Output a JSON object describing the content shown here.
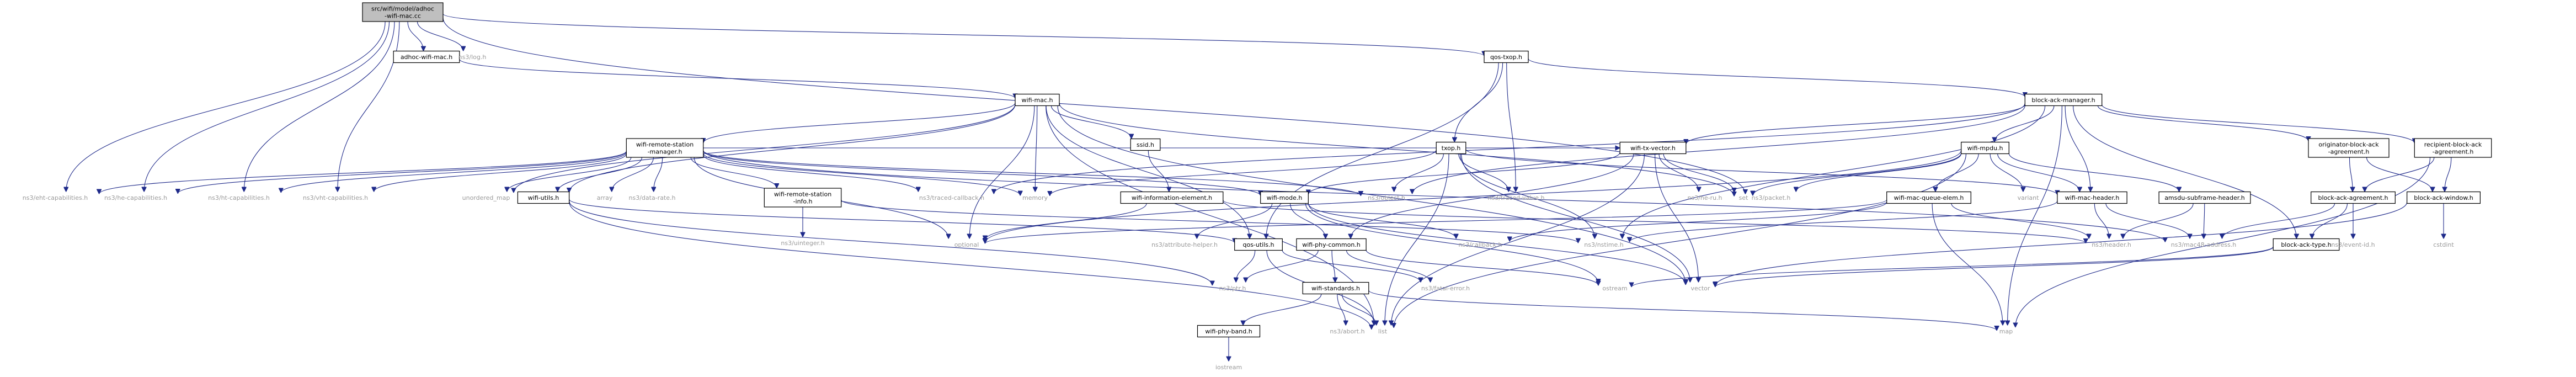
{
  "nodes": [
    {
      "id": "root",
      "lines": [
        "src/wifi/model/adhoc",
        "-wifi-mac.cc"
      ],
      "boxed": true,
      "root": true
    },
    {
      "id": "adhoc_mac",
      "lines": [
        "adhoc-wifi-mac.h"
      ],
      "boxed": true
    },
    {
      "id": "log",
      "lines": [
        "ns3/log.h"
      ],
      "boxed": false
    },
    {
      "id": "qos_txop",
      "lines": [
        "qos-txop.h"
      ],
      "boxed": true
    },
    {
      "id": "wifi_mac",
      "lines": [
        "wifi-mac.h"
      ],
      "boxed": true
    },
    {
      "id": "ack_mgr",
      "lines": [
        "block-ack-manager.h"
      ],
      "boxed": true
    },
    {
      "id": "eht_cap",
      "lines": [
        "ns3/eht-capabilities.h"
      ],
      "boxed": false
    },
    {
      "id": "he_cap",
      "lines": [
        "ns3/he-capabilities.h"
      ],
      "boxed": false
    },
    {
      "id": "ht_cap",
      "lines": [
        "ns3/ht-capabilities.h"
      ],
      "boxed": false
    },
    {
      "id": "vht_cap",
      "lines": [
        "ns3/vht-capabilities.h"
      ],
      "boxed": false
    },
    {
      "id": "packet",
      "lines": [
        "ns3/packet.h"
      ],
      "boxed": false
    },
    {
      "id": "remote_mgr",
      "lines": [
        "wifi-remote-station",
        "-manager.h"
      ],
      "boxed": true
    },
    {
      "id": "ssid",
      "lines": [
        "ssid.h"
      ],
      "boxed": true
    },
    {
      "id": "txop",
      "lines": [
        "txop.h"
      ],
      "boxed": true
    },
    {
      "id": "tx_vector",
      "lines": [
        "wifi-tx-vector.h"
      ],
      "boxed": true
    },
    {
      "id": "mpdu",
      "lines": [
        "wifi-mpdu.h"
      ],
      "boxed": true
    },
    {
      "id": "orig_ack",
      "lines": [
        "originator-block-ack",
        "-agreement.h"
      ],
      "boxed": true
    },
    {
      "id": "recip_ack",
      "lines": [
        "recipient-block-ack",
        "-agreement.h"
      ],
      "boxed": true
    },
    {
      "id": "unordered_map",
      "lines": [
        "unordered_map"
      ],
      "boxed": false
    },
    {
      "id": "wifi_utils",
      "lines": [
        "wifi-utils.h"
      ],
      "boxed": true
    },
    {
      "id": "array",
      "lines": [
        "array"
      ],
      "boxed": false
    },
    {
      "id": "data_rate",
      "lines": [
        "ns3/data-rate.h"
      ],
      "boxed": false
    },
    {
      "id": "remote_info",
      "lines": [
        "wifi-remote-station",
        "-info.h"
      ],
      "boxed": true
    },
    {
      "id": "traced_cb",
      "lines": [
        "ns3/traced-callback.h"
      ],
      "boxed": false
    },
    {
      "id": "memory",
      "lines": [
        "memory"
      ],
      "boxed": false
    },
    {
      "id": "info_elem",
      "lines": [
        "wifi-information-element.h"
      ],
      "boxed": true
    },
    {
      "id": "wifi_mode",
      "lines": [
        "wifi-mode.h"
      ],
      "boxed": true
    },
    {
      "id": "object",
      "lines": [
        "ns3/object.h"
      ],
      "boxed": false
    },
    {
      "id": "traced_value",
      "lines": [
        "ns3/traced-value.h"
      ],
      "boxed": false
    },
    {
      "id": "he_ru",
      "lines": [
        "ns3/he-ru.h"
      ],
      "boxed": false
    },
    {
      "id": "set",
      "lines": [
        "set"
      ],
      "boxed": false
    },
    {
      "id": "queue_elem",
      "lines": [
        "wifi-mac-queue-elem.h"
      ],
      "boxed": true
    },
    {
      "id": "variant",
      "lines": [
        "variant"
      ],
      "boxed": false
    },
    {
      "id": "mac_header",
      "lines": [
        "wifi-mac-header.h"
      ],
      "boxed": true
    },
    {
      "id": "amsdu",
      "lines": [
        "amsdu-subframe-header.h"
      ],
      "boxed": true
    },
    {
      "id": "ack_agree",
      "lines": [
        "block-ack-agreement.h"
      ],
      "boxed": true
    },
    {
      "id": "ack_window",
      "lines": [
        "block-ack-window.h"
      ],
      "boxed": true
    },
    {
      "id": "uinteger",
      "lines": [
        "ns3/uinteger.h"
      ],
      "boxed": false
    },
    {
      "id": "optional",
      "lines": [
        "optional"
      ],
      "boxed": false
    },
    {
      "id": "attr_helper",
      "lines": [
        "ns3/attribute-helper.h"
      ],
      "boxed": false
    },
    {
      "id": "qos_utils",
      "lines": [
        "qos-utils.h"
      ],
      "boxed": true
    },
    {
      "id": "phy_common",
      "lines": [
        "wifi-phy-common.h"
      ],
      "boxed": true
    },
    {
      "id": "callback",
      "lines": [
        "ns3/callback.h"
      ],
      "boxed": false
    },
    {
      "id": "nstime",
      "lines": [
        "ns3/nstime.h"
      ],
      "boxed": false
    },
    {
      "id": "header",
      "lines": [
        "ns3/header.h"
      ],
      "boxed": false
    },
    {
      "id": "mac48",
      "lines": [
        "ns3/mac48-address.h"
      ],
      "boxed": false
    },
    {
      "id": "ack_type",
      "lines": [
        "block-ack-type.h"
      ],
      "boxed": true
    },
    {
      "id": "event_id",
      "lines": [
        "ns3/event-id.h"
      ],
      "boxed": false
    },
    {
      "id": "cstdint",
      "lines": [
        "cstdint"
      ],
      "boxed": false
    },
    {
      "id": "ptr",
      "lines": [
        "ns3/ptr.h"
      ],
      "boxed": false
    },
    {
      "id": "standards",
      "lines": [
        "wifi-standards.h"
      ],
      "boxed": true
    },
    {
      "id": "fatal_error",
      "lines": [
        "ns3/fatal-error.h"
      ],
      "boxed": false
    },
    {
      "id": "ostream",
      "lines": [
        "ostream"
      ],
      "boxed": false
    },
    {
      "id": "vector",
      "lines": [
        "vector"
      ],
      "boxed": false
    },
    {
      "id": "phy_band",
      "lines": [
        "wifi-phy-band.h"
      ],
      "boxed": true
    },
    {
      "id": "abort",
      "lines": [
        "ns3/abort.h"
      ],
      "boxed": false
    },
    {
      "id": "list",
      "lines": [
        "list"
      ],
      "boxed": false
    },
    {
      "id": "map",
      "lines": [
        "map"
      ],
      "boxed": false
    },
    {
      "id": "iostream",
      "lines": [
        "iostream"
      ],
      "boxed": false
    }
  ],
  "edges": [
    [
      "root",
      "adhoc_mac"
    ],
    [
      "root",
      "log"
    ],
    [
      "root",
      "qos_txop"
    ],
    [
      "root",
      "eht_cap"
    ],
    [
      "root",
      "he_cap"
    ],
    [
      "root",
      "ht_cap"
    ],
    [
      "root",
      "vht_cap"
    ],
    [
      "root",
      "packet"
    ],
    [
      "adhoc_mac",
      "wifi_mac"
    ],
    [
      "qos_txop",
      "ack_mgr"
    ],
    [
      "qos_txop",
      "txop"
    ],
    [
      "qos_txop",
      "qos_utils"
    ],
    [
      "qos_txop",
      "traced_value"
    ],
    [
      "wifi_mac",
      "remote_mgr"
    ],
    [
      "wifi_mac",
      "ssid"
    ],
    [
      "wifi_mac",
      "qos_utils"
    ],
    [
      "wifi_mac",
      "wifi_utils"
    ],
    [
      "wifi_mac",
      "memory"
    ],
    [
      "wifi_mac",
      "unordered_map"
    ],
    [
      "wifi_mac",
      "set"
    ],
    [
      "wifi_mac",
      "vector"
    ],
    [
      "wifi_mac",
      "list"
    ],
    [
      "wifi_mac",
      "optional"
    ],
    [
      "ack_mgr",
      "tx_vector"
    ],
    [
      "ack_mgr",
      "mpdu"
    ],
    [
      "ack_mgr",
      "orig_ack"
    ],
    [
      "ack_mgr",
      "recip_ack"
    ],
    [
      "ack_mgr",
      "traced_cb"
    ],
    [
      "ack_mgr",
      "object"
    ],
    [
      "ack_mgr",
      "mac_header"
    ],
    [
      "ack_mgr",
      "ack_type"
    ],
    [
      "ack_mgr",
      "map"
    ],
    [
      "ack_mgr",
      "nstime"
    ],
    [
      "remote_mgr",
      "eht_cap"
    ],
    [
      "remote_mgr",
      "he_cap"
    ],
    [
      "remote_mgr",
      "ht_cap"
    ],
    [
      "remote_mgr",
      "vht_cap"
    ],
    [
      "remote_mgr",
      "unordered_map"
    ],
    [
      "remote_mgr",
      "wifi_utils"
    ],
    [
      "remote_mgr",
      "array"
    ],
    [
      "remote_mgr",
      "data_rate"
    ],
    [
      "remote_mgr",
      "remote_info"
    ],
    [
      "remote_mgr",
      "traced_cb"
    ],
    [
      "remote_mgr",
      "memory"
    ],
    [
      "remote_mgr",
      "wifi_mode"
    ],
    [
      "remote_mgr",
      "object"
    ],
    [
      "remote_mgr",
      "optional"
    ],
    [
      "remote_mgr",
      "mac48"
    ],
    [
      "remote_mgr",
      "tx_vector"
    ],
    [
      "ssid",
      "info_elem"
    ],
    [
      "txop",
      "memory"
    ],
    [
      "txop",
      "object"
    ],
    [
      "txop",
      "traced_value"
    ],
    [
      "txop",
      "mac_header"
    ],
    [
      "txop",
      "nstime"
    ],
    [
      "txop",
      "list"
    ],
    [
      "txop",
      "vector"
    ],
    [
      "tx_vector",
      "he_ru"
    ],
    [
      "tx_vector",
      "set"
    ],
    [
      "tx_vector",
      "phy_common"
    ],
    [
      "tx_vector",
      "vector"
    ],
    [
      "tx_vector",
      "list"
    ],
    [
      "tx_vector",
      "wifi_mode"
    ],
    [
      "mpdu",
      "queue_elem"
    ],
    [
      "mpdu",
      "amsdu"
    ],
    [
      "mpdu",
      "mac_header"
    ],
    [
      "mpdu",
      "packet"
    ],
    [
      "mpdu",
      "set"
    ],
    [
      "mpdu",
      "variant"
    ],
    [
      "mpdu",
      "list"
    ],
    [
      "mpdu",
      "optional"
    ],
    [
      "orig_ack",
      "ack_agree"
    ],
    [
      "orig_ack",
      "ack_window"
    ],
    [
      "recip_ack",
      "ack_agree"
    ],
    [
      "recip_ack",
      "ack_window"
    ],
    [
      "recip_ack",
      "map"
    ],
    [
      "wifi_utils",
      "qos_utils"
    ],
    [
      "wifi_utils",
      "ptr"
    ],
    [
      "wifi_utils",
      "list"
    ],
    [
      "remote_info",
      "uinteger"
    ],
    [
      "remote_info",
      "nstime"
    ],
    [
      "info_elem",
      "header"
    ],
    [
      "info_elem",
      "optional"
    ],
    [
      "wifi_mode",
      "attr_helper"
    ],
    [
      "wifi_mode",
      "phy_common"
    ],
    [
      "wifi_mode",
      "callback"
    ],
    [
      "wifi_mode",
      "vector"
    ],
    [
      "wifi_mode",
      "ostream"
    ],
    [
      "queue_elem",
      "header"
    ],
    [
      "queue_elem",
      "callback"
    ],
    [
      "queue_elem",
      "map"
    ],
    [
      "queue_elem",
      "optional"
    ],
    [
      "mac_header",
      "header"
    ],
    [
      "mac_header",
      "mac48"
    ],
    [
      "mac_header",
      "nstime"
    ],
    [
      "amsdu",
      "header"
    ],
    [
      "amsdu",
      "mac48"
    ],
    [
      "ack_agree",
      "ack_type"
    ],
    [
      "ack_agree",
      "event_id"
    ],
    [
      "ack_agree",
      "mac48"
    ],
    [
      "ack_window",
      "cstdint"
    ],
    [
      "ack_window",
      "vector"
    ],
    [
      "qos_utils",
      "ptr"
    ],
    [
      "qos_utils",
      "list"
    ],
    [
      "qos_utils",
      "fatal_error"
    ],
    [
      "phy_common",
      "ptr"
    ],
    [
      "phy_common",
      "fatal_error"
    ],
    [
      "phy_common",
      "standards"
    ],
    [
      "phy_common",
      "ostream"
    ],
    [
      "ack_type",
      "ostream"
    ],
    [
      "ack_type",
      "vector"
    ],
    [
      "standards",
      "phy_band"
    ],
    [
      "standards",
      "abort"
    ],
    [
      "standards",
      "list"
    ],
    [
      "standards",
      "map"
    ],
    [
      "phy_band",
      "iostream"
    ]
  ],
  "colors": {
    "edge": "#1f2a8a",
    "root_fill": "#bfbfbf",
    "box_stroke": "#000000",
    "plain_text": "#9a9a9a"
  }
}
